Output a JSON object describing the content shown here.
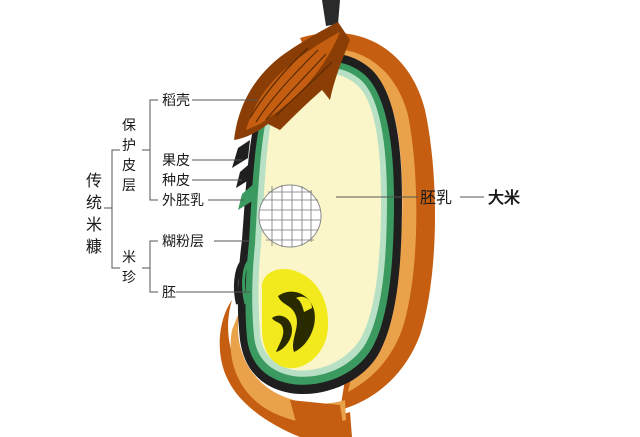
{
  "labels": {
    "traditional_rice_bran": [
      "传",
      "统",
      "米",
      "糠"
    ],
    "protective_layer": [
      "保",
      "护",
      "皮",
      "层"
    ],
    "rice_germ_group": [
      "米",
      "珍"
    ],
    "husk": "稻壳",
    "pericarp": "果皮",
    "seed_coat": "种皮",
    "nucellus": "外胚乳",
    "aleurone_layer": "糊粉层",
    "germ": "胚",
    "endosperm": "胚乳",
    "white_rice": "大米"
  },
  "colors": {
    "husk_dark": "#8a3e05",
    "husk_mid": "#c55e10",
    "husk_light": "#e9a14a",
    "pericarp": "#1f1f1f",
    "aleurone": "#3b9a60",
    "aleurone_light": "#b8e0c4",
    "endosperm": "#fbf6c9",
    "germ": "#f2ea1c",
    "germ_dark": "#2a2a00",
    "line": "#555555"
  }
}
